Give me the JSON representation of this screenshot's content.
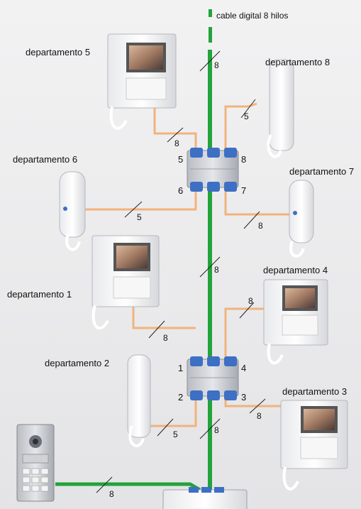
{
  "legend": {
    "label": "cable digital 8 hilos"
  },
  "colors": {
    "main_bus": "#22a33b",
    "branch": "#f2b27d",
    "background": "#ebebed"
  },
  "apartments": {
    "d1": "departamento 1",
    "d2": "departamento 2",
    "d3": "departamento 3",
    "d4": "departamento 4",
    "d5": "departamento 5",
    "d6": "departamento 6",
    "d7": "departamento 7",
    "d8": "departamento 8"
  },
  "distributor_upper": {
    "ports": {
      "top_left": "5",
      "bottom_left": "6",
      "top_right": "8",
      "bottom_right": "7"
    }
  },
  "distributor_lower": {
    "ports": {
      "top_left": "1",
      "bottom_left": "2",
      "top_right": "4",
      "bottom_right": "3"
    }
  },
  "wire_counts": {
    "bus_top": "8",
    "bus_middle": "8",
    "bus_bottom": "8",
    "d5": "8",
    "d6": "5",
    "d7": "8",
    "d8": "5",
    "d1": "8",
    "d2": "5",
    "d3": "8",
    "d4": "8",
    "panel": "8"
  },
  "icons": [
    "video-monitor-icon",
    "intercom-handset-icon",
    "door-entry-panel-icon",
    "bus-distributor-icon",
    "power-supply-icon"
  ]
}
